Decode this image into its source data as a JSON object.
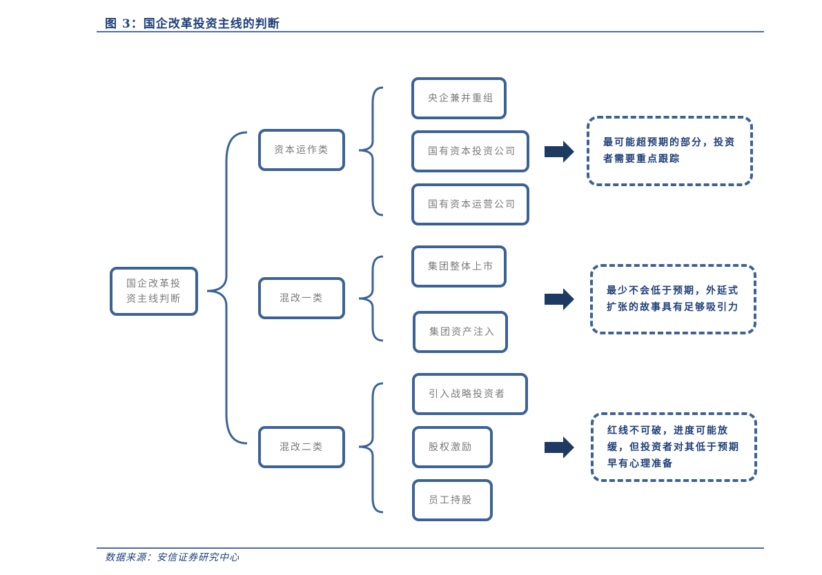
{
  "header": {
    "title": "图 3：国企改革投资主线的判断"
  },
  "footer": {
    "source": "数据来源：安信证券研究中心"
  },
  "diagram": {
    "root": {
      "label": "国企改革投资主线判断"
    },
    "categories": [
      {
        "label": "资本运作类",
        "items": [
          "央企兼并重组",
          "国有资本投资公司",
          "国有资本运营公司"
        ],
        "note": "最可能超预期的部分，投资者需要重点跟踪"
      },
      {
        "label": "混改一类",
        "items": [
          "集团整体上市",
          "集团资产注入"
        ],
        "note": "最少不会低于预期，外延式扩张的故事具有足够吸引力"
      },
      {
        "label": "混改二类",
        "items": [
          "引入战略投资者",
          "股权激励",
          "员工持股"
        ],
        "note": "红线不可破，进度可能放缓，但投资者对其低于预期早有心理准备"
      }
    ],
    "colors": {
      "border": "#3b6297",
      "arrow": "#1d3a63",
      "text": "#7a7a7a",
      "title": "#1f3f7a"
    }
  }
}
